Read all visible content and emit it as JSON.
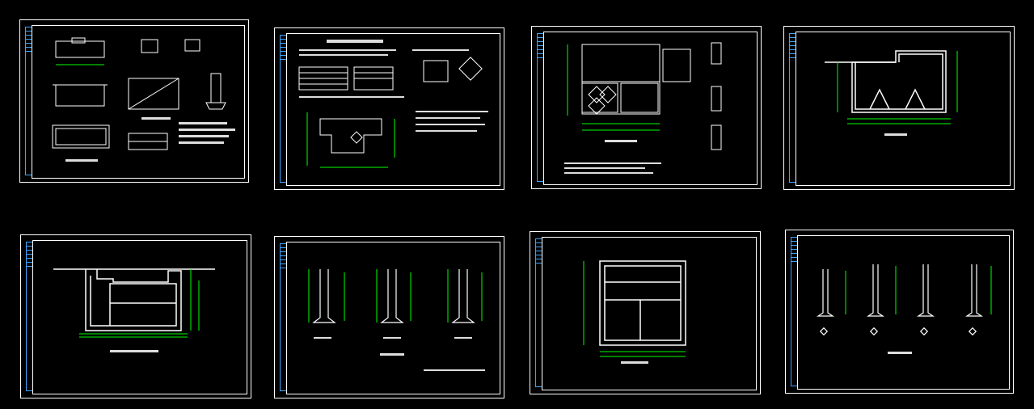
{
  "view": {
    "background": "#000000",
    "line_color": "#ffffff",
    "dim_color": "#00e000",
    "frame_accent": "#3fa3ff"
  },
  "sheets": [
    {
      "id": "1",
      "labels": []
    },
    {
      "id": "2",
      "labels": []
    },
    {
      "id": "3",
      "labels": []
    },
    {
      "id": "4",
      "labels": []
    },
    {
      "id": "5",
      "labels": []
    },
    {
      "id": "6",
      "labels": []
    },
    {
      "id": "7",
      "labels": []
    },
    {
      "id": "8",
      "labels": []
    }
  ]
}
